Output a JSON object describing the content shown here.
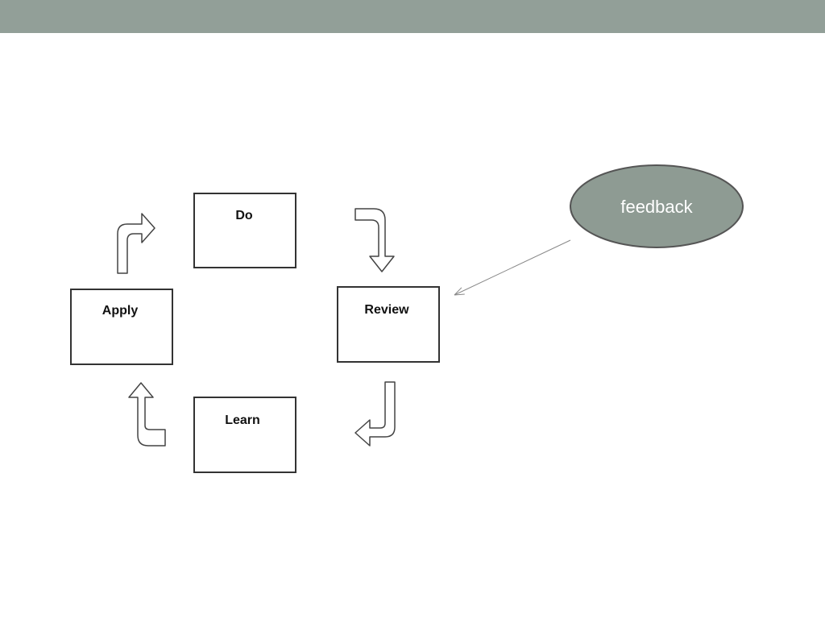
{
  "slide": {
    "header_color": "#929f98",
    "stage_border_color": "#333333",
    "arrow_stroke_color": "#444444"
  },
  "cycle": {
    "stages": [
      {
        "id": "do",
        "label": "Do"
      },
      {
        "id": "review",
        "label": "Review"
      },
      {
        "id": "learn",
        "label": "Learn"
      },
      {
        "id": "apply",
        "label": "Apply"
      }
    ],
    "arrows": [
      {
        "from": "do",
        "to": "review",
        "icon": "curved-arrow-icon"
      },
      {
        "from": "review",
        "to": "learn",
        "icon": "curved-arrow-icon"
      },
      {
        "from": "learn",
        "to": "apply",
        "icon": "curved-arrow-icon"
      },
      {
        "from": "apply",
        "to": "do",
        "icon": "curved-arrow-icon"
      }
    ]
  },
  "callout": {
    "label": "feedback",
    "fill_color": "#8e9b93",
    "border_color": "#555555",
    "points_to": "review"
  }
}
